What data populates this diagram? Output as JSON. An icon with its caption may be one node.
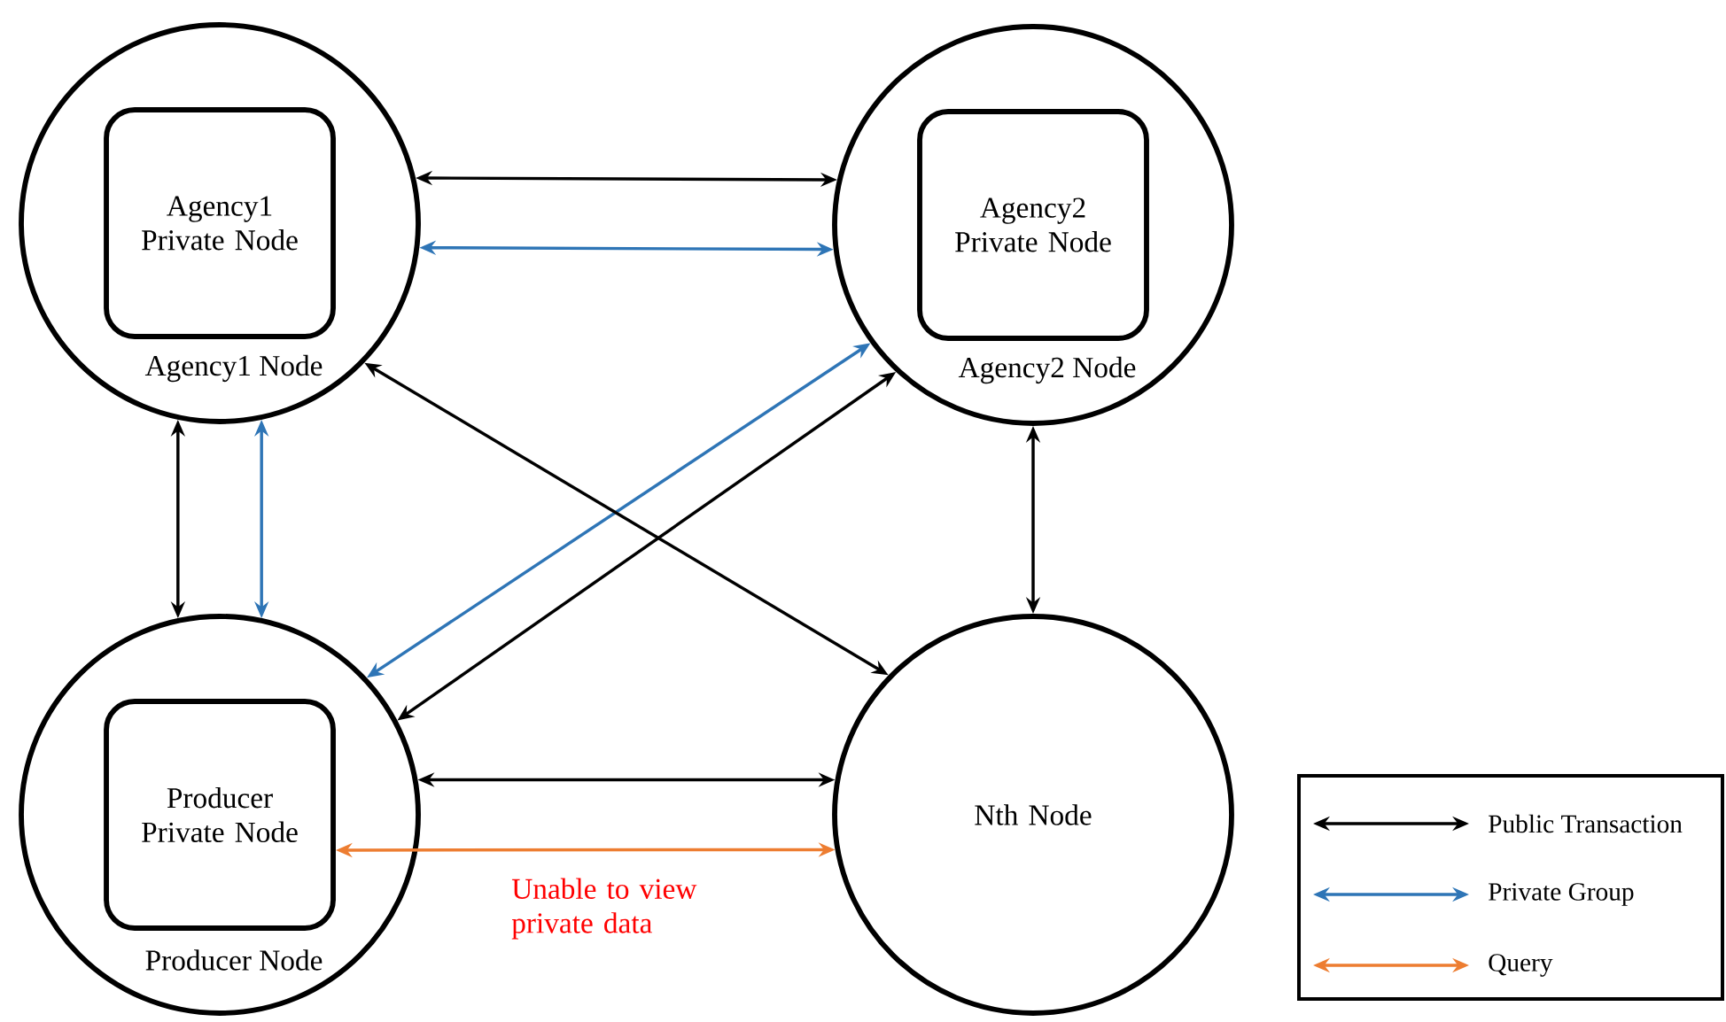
{
  "diagram": {
    "nodes": [
      {
        "text": [
          "Agency1 Node"
        ]
      },
      {
        "text": [
          "Agency1 Private Node"
        ],
        "in": 0
      },
      {
        "text": [
          "Agency2 Node"
        ]
      },
      {
        "text": [
          "Agency2 Private Node"
        ],
        "in": 2
      },
      {
        "text": [
          "Producer Node"
        ]
      },
      {
        "text": [
          "Producer Private Node"
        ],
        "in": 4
      },
      {
        "text": [
          "Nth Node"
        ]
      }
    ],
    "edges": [
      {
        "from": 0,
        "to": 2,
        "arrow": "both"
      },
      {
        "from": 0,
        "to": 2,
        "arrow": "both",
        "color": "#2e75b6"
      },
      {
        "from": 0,
        "to": 4,
        "arrow": "both"
      },
      {
        "from": 0,
        "to": 4,
        "arrow": "both",
        "color": "#2e75b6"
      },
      {
        "from": 2,
        "to": 4,
        "arrow": "both",
        "color": "#2e75b6"
      },
      {
        "from": 2,
        "to": 4,
        "arrow": "both"
      },
      {
        "from": 0,
        "to": 6,
        "arrow": "both"
      },
      {
        "from": 2,
        "to": 6,
        "arrow": "both"
      },
      {
        "from": 4,
        "to": 6,
        "arrow": "both"
      },
      {
        "from": 5,
        "to": 6,
        "arrow": "both",
        "label": "Unable to view private data",
        "color": "#ed7d31"
      }
    ],
    "legend": [
      {
        "text": "Public Transaction"
      },
      {
        "text": "Private Group"
      },
      {
        "text": "Query"
      }
    ]
  }
}
